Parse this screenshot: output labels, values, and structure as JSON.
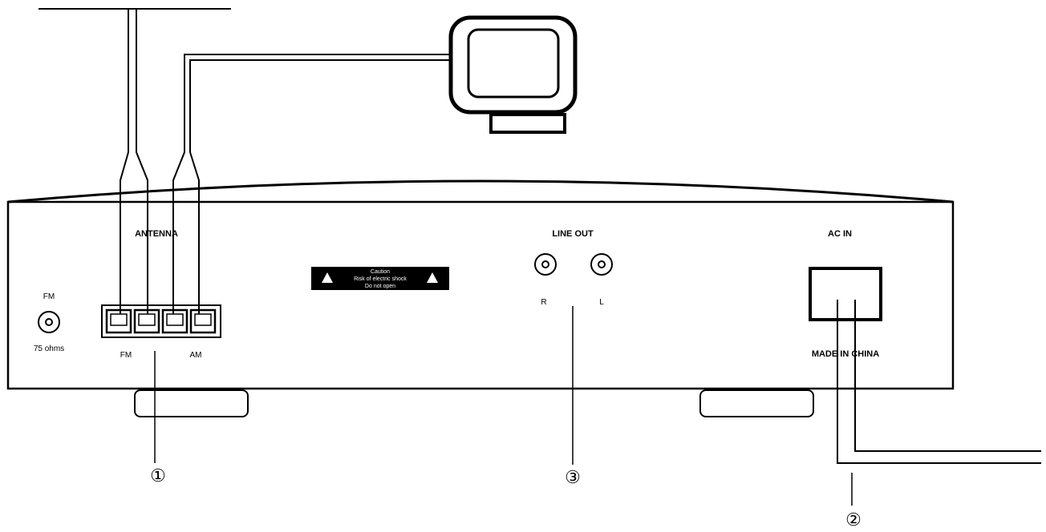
{
  "panel": {
    "antenna_label": "ANTENNA",
    "line_out_label": "LINE OUT",
    "ac_in_label": "AC IN",
    "made_in_label": "MADE IN CHINA",
    "fm_socket_label": "FM",
    "impedance_label": "75 ohms",
    "terminal_fm_label": "FM",
    "terminal_am_label": "AM",
    "right_channel_label": "R",
    "left_channel_label": "L"
  },
  "caution": {
    "line1": "Caution",
    "line2": "Risk of electric shock",
    "line3": "Do not open",
    "icon_left": "warning-triangle-icon",
    "icon_right": "warning-triangle-icon"
  },
  "callouts": {
    "antenna": "①",
    "power": "②",
    "line_out": "③"
  }
}
